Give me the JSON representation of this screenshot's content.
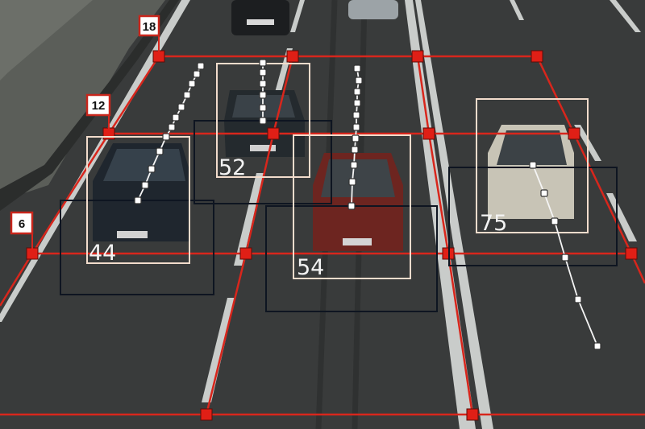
{
  "colors": {
    "road": "#3a3c3c",
    "lane_marking": "#c9ccca",
    "grid_line": "#d8261c",
    "grid_node": "#e01f16",
    "detection_box": "#f2dccc",
    "tracking_box": "#0e1521",
    "track_line": "#f4f4f4",
    "label_border": "#c8261c",
    "label_bg": "#ffffff",
    "speed_text": "#f3f3f3"
  },
  "distance_labels": [
    "18",
    "12",
    "6"
  ],
  "vehicles": [
    {
      "speed": "52",
      "plate": ""
    },
    {
      "speed": "44",
      "plate": ""
    },
    {
      "speed": "54",
      "plate": ""
    },
    {
      "speed": "75",
      "plate": ""
    }
  ]
}
